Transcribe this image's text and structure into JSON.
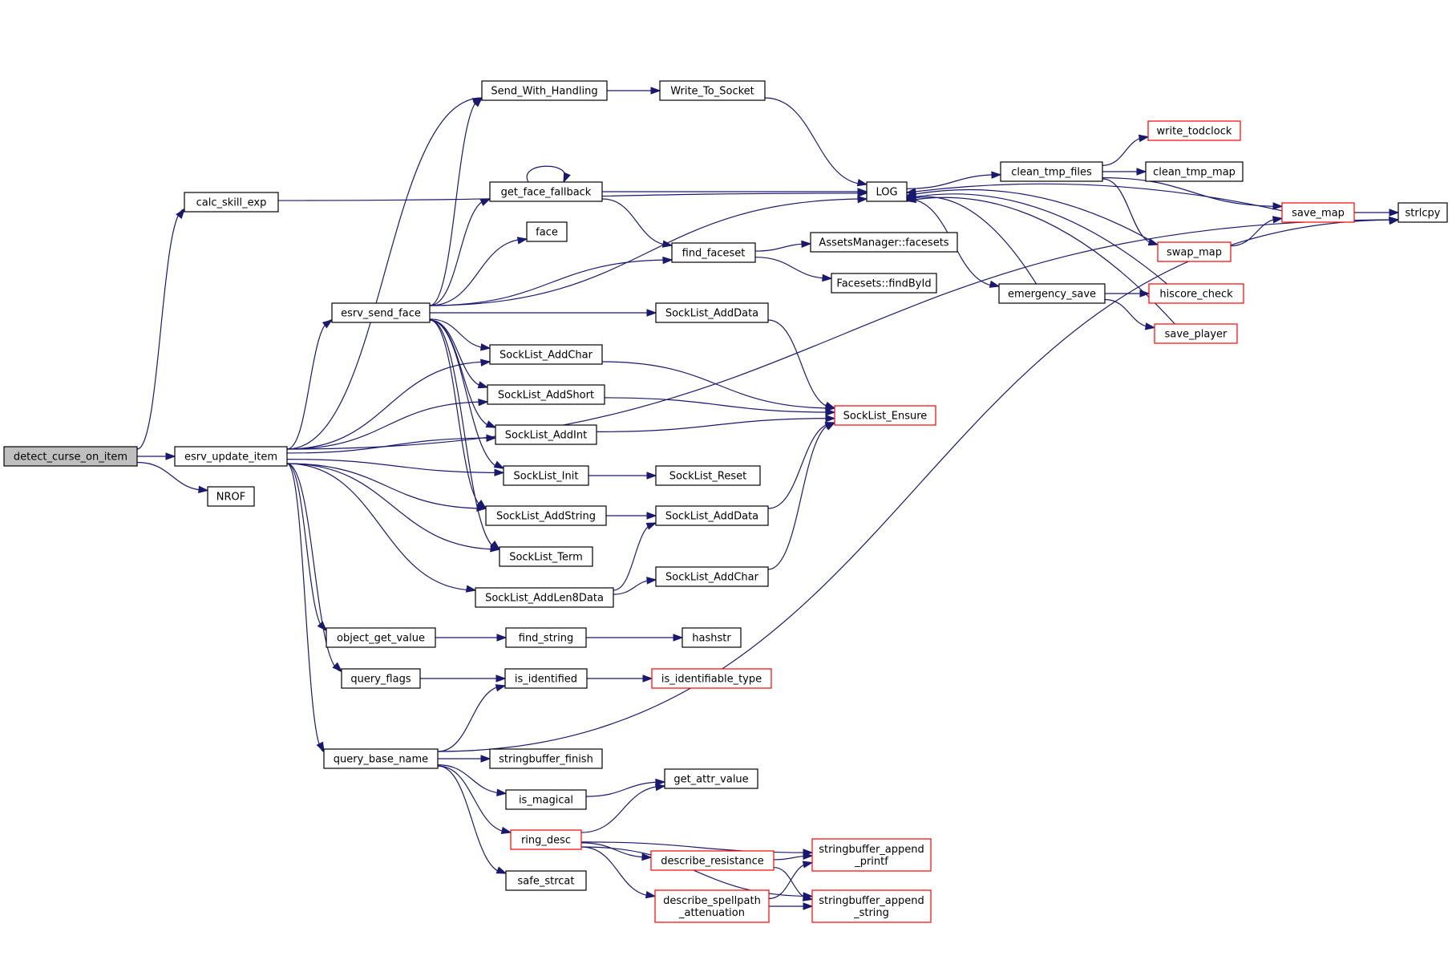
{
  "colors": {
    "edge": "#191970",
    "root_fill": "#bfbfbf",
    "node_fill": "#ffffff",
    "node_border": "#000000",
    "truncated_border": "#ff0000"
  },
  "nodes": [
    {
      "id": "detect_curse_on_item",
      "lines": [
        "detect_curse_on_item"
      ],
      "role": "root"
    },
    {
      "id": "calc_skill_exp",
      "lines": [
        "calc_skill_exp"
      ],
      "role": "normal"
    },
    {
      "id": "esrv_update_item",
      "lines": [
        "esrv_update_item"
      ],
      "role": "normal"
    },
    {
      "id": "NROF",
      "lines": [
        "NROF"
      ],
      "role": "normal"
    },
    {
      "id": "Send_With_Handling",
      "lines": [
        "Send_With_Handling"
      ],
      "role": "normal"
    },
    {
      "id": "Write_To_Socket",
      "lines": [
        "Write_To_Socket"
      ],
      "role": "normal"
    },
    {
      "id": "get_face_fallback",
      "lines": [
        "get_face_fallback"
      ],
      "role": "normal"
    },
    {
      "id": "face",
      "lines": [
        "face"
      ],
      "role": "normal"
    },
    {
      "id": "esrv_send_face",
      "lines": [
        "esrv_send_face"
      ],
      "role": "normal"
    },
    {
      "id": "find_faceset",
      "lines": [
        "find_faceset"
      ],
      "role": "normal"
    },
    {
      "id": "LOG",
      "lines": [
        "LOG"
      ],
      "role": "normal"
    },
    {
      "id": "clean_tmp_files",
      "lines": [
        "clean_tmp_files"
      ],
      "role": "normal"
    },
    {
      "id": "write_todclock",
      "lines": [
        "write_todclock"
      ],
      "role": "truncated"
    },
    {
      "id": "clean_tmp_map",
      "lines": [
        "clean_tmp_map"
      ],
      "role": "normal"
    },
    {
      "id": "save_map",
      "lines": [
        "save_map"
      ],
      "role": "truncated"
    },
    {
      "id": "strlcpy",
      "lines": [
        "strlcpy"
      ],
      "role": "normal"
    },
    {
      "id": "swap_map",
      "lines": [
        "swap_map"
      ],
      "role": "truncated"
    },
    {
      "id": "AssetsManager_facesets",
      "lines": [
        "AssetsManager::facesets"
      ],
      "role": "normal"
    },
    {
      "id": "Facesets_findById",
      "lines": [
        "Facesets::findById"
      ],
      "role": "normal"
    },
    {
      "id": "emergency_save",
      "lines": [
        "emergency_save"
      ],
      "role": "normal"
    },
    {
      "id": "hiscore_check",
      "lines": [
        "hiscore_check"
      ],
      "role": "truncated"
    },
    {
      "id": "save_player",
      "lines": [
        "save_player"
      ],
      "role": "truncated"
    },
    {
      "id": "SockList_AddData_1",
      "lines": [
        "SockList_AddData"
      ],
      "role": "normal"
    },
    {
      "id": "SockList_AddChar_1",
      "lines": [
        "SockList_AddChar"
      ],
      "role": "normal"
    },
    {
      "id": "SockList_AddShort",
      "lines": [
        "SockList_AddShort"
      ],
      "role": "normal"
    },
    {
      "id": "SockList_Ensure",
      "lines": [
        "SockList_Ensure"
      ],
      "role": "truncated"
    },
    {
      "id": "SockList_AddInt",
      "lines": [
        "SockList_AddInt"
      ],
      "role": "normal"
    },
    {
      "id": "SockList_Init",
      "lines": [
        "SockList_Init"
      ],
      "role": "normal"
    },
    {
      "id": "SockList_Reset",
      "lines": [
        "SockList_Reset"
      ],
      "role": "normal"
    },
    {
      "id": "SockList_AddString",
      "lines": [
        "SockList_AddString"
      ],
      "role": "normal"
    },
    {
      "id": "SockList_AddData_2",
      "lines": [
        "SockList_AddData"
      ],
      "role": "normal"
    },
    {
      "id": "SockList_Term",
      "lines": [
        "SockList_Term"
      ],
      "role": "normal"
    },
    {
      "id": "SockList_AddLen8Data",
      "lines": [
        "SockList_AddLen8Data"
      ],
      "role": "normal"
    },
    {
      "id": "SockList_AddChar_2",
      "lines": [
        "SockList_AddChar"
      ],
      "role": "normal"
    },
    {
      "id": "object_get_value",
      "lines": [
        "object_get_value"
      ],
      "role": "normal"
    },
    {
      "id": "find_string",
      "lines": [
        "find_string"
      ],
      "role": "normal"
    },
    {
      "id": "hashstr",
      "lines": [
        "hashstr"
      ],
      "role": "normal"
    },
    {
      "id": "query_flags",
      "lines": [
        "query_flags"
      ],
      "role": "normal"
    },
    {
      "id": "is_identified",
      "lines": [
        "is_identified"
      ],
      "role": "normal"
    },
    {
      "id": "is_identifiable_type",
      "lines": [
        "is_identifiable_type"
      ],
      "role": "truncated"
    },
    {
      "id": "query_base_name",
      "lines": [
        "query_base_name"
      ],
      "role": "normal"
    },
    {
      "id": "stringbuffer_finish",
      "lines": [
        "stringbuffer_finish"
      ],
      "role": "normal"
    },
    {
      "id": "get_attr_value",
      "lines": [
        "get_attr_value"
      ],
      "role": "normal"
    },
    {
      "id": "is_magical",
      "lines": [
        "is_magical"
      ],
      "role": "normal"
    },
    {
      "id": "ring_desc",
      "lines": [
        "ring_desc"
      ],
      "role": "truncated"
    },
    {
      "id": "stringbuffer_append_printf",
      "lines": [
        "stringbuffer_append",
        "_printf"
      ],
      "role": "truncated"
    },
    {
      "id": "describe_resistance",
      "lines": [
        "describe_resistance"
      ],
      "role": "truncated"
    },
    {
      "id": "describe_spellpath_attenuation",
      "lines": [
        "describe_spellpath",
        "_attenuation"
      ],
      "role": "truncated"
    },
    {
      "id": "stringbuffer_append_string",
      "lines": [
        "stringbuffer_append",
        "_string"
      ],
      "role": "truncated"
    },
    {
      "id": "safe_strcat",
      "lines": [
        "safe_strcat"
      ],
      "role": "normal"
    }
  ],
  "edges": [
    [
      "detect_curse_on_item",
      "calc_skill_exp"
    ],
    [
      "detect_curse_on_item",
      "esrv_update_item"
    ],
    [
      "detect_curse_on_item",
      "NROF"
    ],
    [
      "calc_skill_exp",
      "LOG"
    ],
    [
      "esrv_update_item",
      "Send_With_Handling"
    ],
    [
      "esrv_update_item",
      "strlcpy"
    ],
    [
      "esrv_update_item",
      "esrv_send_face"
    ],
    [
      "esrv_update_item",
      "SockList_AddChar_1"
    ],
    [
      "esrv_update_item",
      "SockList_AddShort"
    ],
    [
      "esrv_update_item",
      "SockList_AddInt"
    ],
    [
      "esrv_update_item",
      "SockList_Init"
    ],
    [
      "esrv_update_item",
      "SockList_AddString"
    ],
    [
      "esrv_update_item",
      "SockList_Term"
    ],
    [
      "esrv_update_item",
      "SockList_AddLen8Data"
    ],
    [
      "esrv_update_item",
      "object_get_value"
    ],
    [
      "esrv_update_item",
      "query_flags"
    ],
    [
      "esrv_update_item",
      "query_base_name"
    ],
    [
      "Send_With_Handling",
      "Write_To_Socket"
    ],
    [
      "Write_To_Socket",
      "LOG"
    ],
    [
      "esrv_send_face",
      "Send_With_Handling"
    ],
    [
      "esrv_send_face",
      "LOG"
    ],
    [
      "esrv_send_face",
      "get_face_fallback"
    ],
    [
      "esrv_send_face",
      "face"
    ],
    [
      "esrv_send_face",
      "find_faceset"
    ],
    [
      "esrv_send_face",
      "SockList_AddData_1"
    ],
    [
      "esrv_send_face",
      "SockList_AddChar_1"
    ],
    [
      "esrv_send_face",
      "SockList_AddShort"
    ],
    [
      "esrv_send_face",
      "SockList_AddInt"
    ],
    [
      "esrv_send_face",
      "SockList_Init"
    ],
    [
      "esrv_send_face",
      "SockList_AddString"
    ],
    [
      "esrv_send_face",
      "SockList_Term"
    ],
    [
      "get_face_fallback",
      "get_face_fallback"
    ],
    [
      "get_face_fallback",
      "LOG"
    ],
    [
      "get_face_fallback",
      "find_faceset"
    ],
    [
      "find_faceset",
      "AssetsManager_facesets"
    ],
    [
      "find_faceset",
      "Facesets_findById"
    ],
    [
      "LOG",
      "clean_tmp_files"
    ],
    [
      "LOG",
      "emergency_save"
    ],
    [
      "clean_tmp_files",
      "write_todclock"
    ],
    [
      "clean_tmp_files",
      "clean_tmp_map"
    ],
    [
      "clean_tmp_files",
      "save_map"
    ],
    [
      "clean_tmp_files",
      "swap_map"
    ],
    [
      "save_map",
      "LOG"
    ],
    [
      "save_map",
      "strlcpy"
    ],
    [
      "swap_map",
      "LOG"
    ],
    [
      "swap_map",
      "save_map"
    ],
    [
      "emergency_save",
      "LOG"
    ],
    [
      "emergency_save",
      "hiscore_check"
    ],
    [
      "emergency_save",
      "save_player"
    ],
    [
      "hiscore_check",
      "LOG"
    ],
    [
      "save_player",
      "LOG"
    ],
    [
      "SockList_AddData_1",
      "SockList_Ensure"
    ],
    [
      "SockList_AddChar_1",
      "SockList_Ensure"
    ],
    [
      "SockList_AddShort",
      "SockList_Ensure"
    ],
    [
      "SockList_AddInt",
      "SockList_Ensure"
    ],
    [
      "SockList_Init",
      "SockList_Reset"
    ],
    [
      "SockList_AddString",
      "SockList_AddData_2"
    ],
    [
      "SockList_AddData_2",
      "SockList_Ensure"
    ],
    [
      "SockList_AddLen8Data",
      "SockList_AddData_2"
    ],
    [
      "SockList_AddLen8Data",
      "SockList_AddChar_2"
    ],
    [
      "SockList_AddChar_2",
      "SockList_Ensure"
    ],
    [
      "object_get_value",
      "find_string"
    ],
    [
      "find_string",
      "hashstr"
    ],
    [
      "query_flags",
      "is_identified"
    ],
    [
      "is_identified",
      "is_identifiable_type"
    ],
    [
      "query_base_name",
      "is_identified"
    ],
    [
      "query_base_name",
      "strlcpy"
    ],
    [
      "query_base_name",
      "stringbuffer_finish"
    ],
    [
      "query_base_name",
      "is_magical"
    ],
    [
      "query_base_name",
      "ring_desc"
    ],
    [
      "query_base_name",
      "safe_strcat"
    ],
    [
      "is_magical",
      "get_attr_value"
    ],
    [
      "ring_desc",
      "get_attr_value"
    ],
    [
      "ring_desc",
      "stringbuffer_append_printf"
    ],
    [
      "ring_desc",
      "describe_resistance"
    ],
    [
      "ring_desc",
      "describe_spellpath_attenuation"
    ],
    [
      "ring_desc",
      "stringbuffer_append_string"
    ],
    [
      "describe_resistance",
      "stringbuffer_append_printf"
    ],
    [
      "describe_resistance",
      "stringbuffer_append_string"
    ],
    [
      "describe_spellpath_attenuation",
      "stringbuffer_append_printf"
    ],
    [
      "describe_spellpath_attenuation",
      "stringbuffer_append_string"
    ]
  ]
}
